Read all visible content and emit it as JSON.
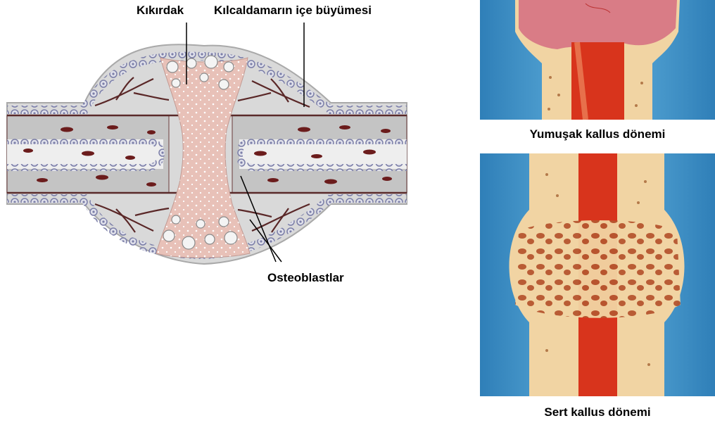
{
  "diagram": {
    "labels": {
      "cartilage": "Kıkırdak",
      "capillary_ingrowth": "Kılcaldamarın içe büyümesi",
      "osteoblasts": "Osteoblastlar"
    }
  },
  "panels": {
    "soft_callus": {
      "caption": "Yumuşak kallus dönemi"
    },
    "hard_callus": {
      "caption": "Sert kallus dönemi"
    }
  },
  "colors": {
    "bone_gray": "#c9c9c9",
    "cartilage_pink": "#e8c1b8",
    "periosteum": "#d8d8d8",
    "sky_blue": "#3d8fc4",
    "marrow_red": "#d8341c",
    "bone_cream": "#f1d4a3"
  }
}
